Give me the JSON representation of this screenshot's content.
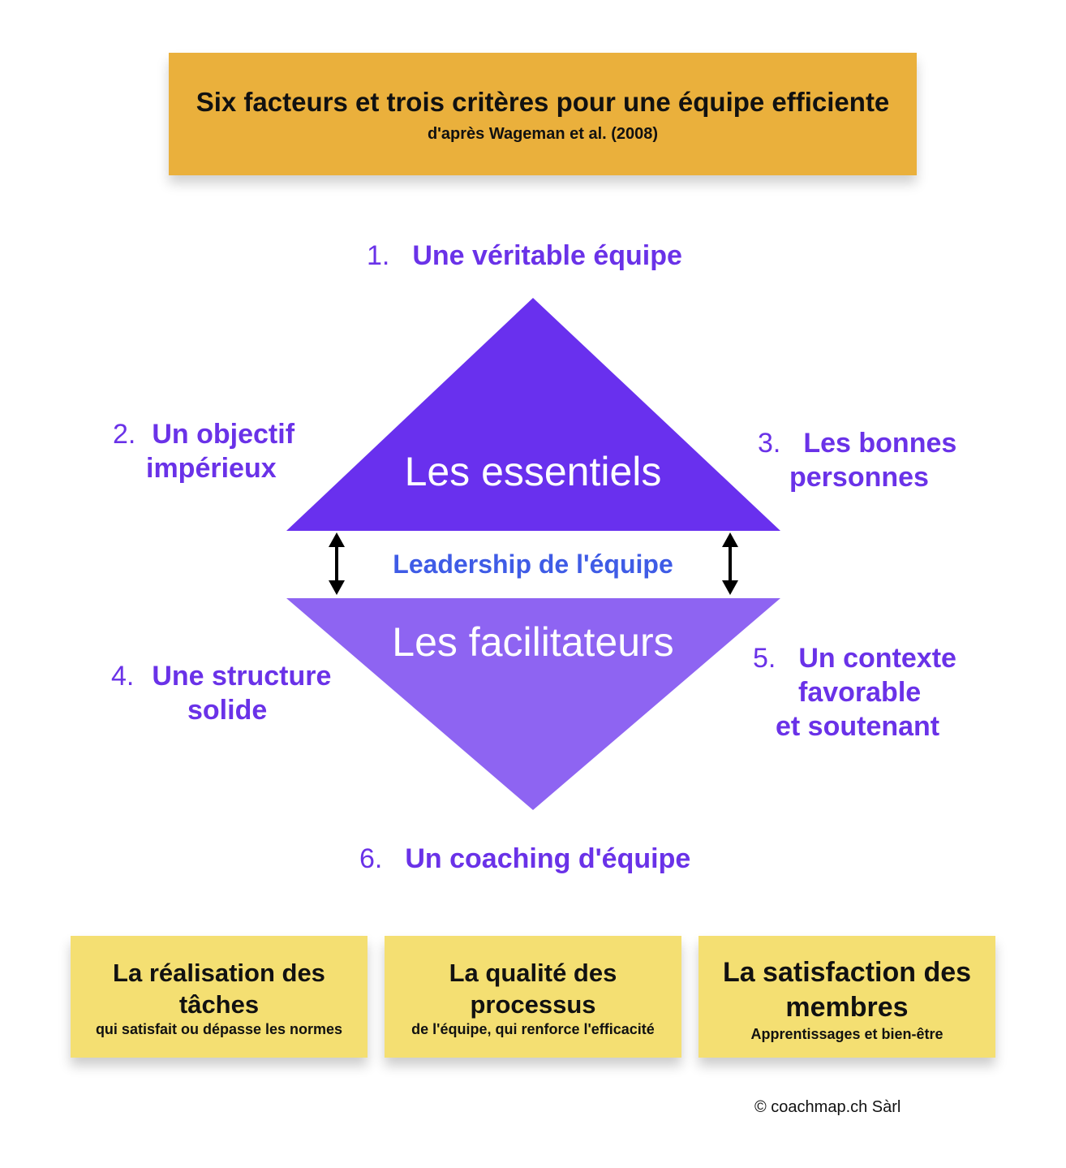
{
  "title": {
    "main": "Six facteurs et trois critères pour une équipe efficiente",
    "subtitle": "d'après Wageman et al. (2008)"
  },
  "factors": [
    {
      "num": "1.",
      "line1": "Une véritable équipe",
      "line2": "",
      "line3": ""
    },
    {
      "num": "2.",
      "line1": "Un objectif",
      "line2": "impérieux",
      "line3": ""
    },
    {
      "num": "3.",
      "line1": "Les bonnes",
      "line2": "personnes",
      "line3": ""
    },
    {
      "num": "4.",
      "line1": "Une structure",
      "line2": "solide",
      "line3": ""
    },
    {
      "num": "5.",
      "line1": "Un contexte",
      "line2": "favorable",
      "line3": "et soutenant"
    },
    {
      "num": "6.",
      "line1": "Un coaching d'équipe",
      "line2": "",
      "line3": ""
    }
  ],
  "diamond": {
    "top_label": "Les essentiels",
    "bottom_label": "Les facilitateurs",
    "middle_label": "Leadership de l'équipe",
    "top_color": "#6930ee",
    "bottom_color": "#8e64f2"
  },
  "criteria": [
    {
      "title": "La réalisation des tâches",
      "subtitle": "qui satisfait ou dépasse les normes"
    },
    {
      "title": "La qualité des processus",
      "subtitle": "de l'équipe, qui renforce l'efficacité"
    },
    {
      "title": "La satisfaction des membres",
      "subtitle": "Apprentissages et bien-être"
    }
  ],
  "copyright": "© coachmap.ch Sàrl"
}
